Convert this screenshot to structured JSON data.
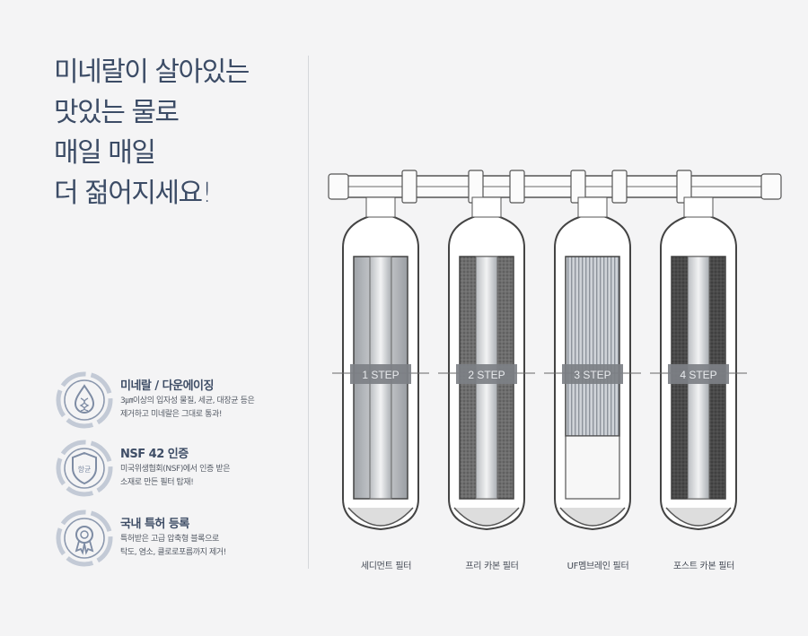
{
  "headline": [
    "미네랄이 살아있는",
    "맛있는 물로",
    "매일 매일",
    "더 젊어지세요!"
  ],
  "features": [
    {
      "icon": "water-drop-dna-icon",
      "title": "미네랄 / 다운에이징",
      "desc": [
        "3㎛이상의 입자성 물질, 세균, 대장균 등은",
        "제거하고 미네랄은 그대로 통과!"
      ]
    },
    {
      "icon": "shield-icon",
      "badge_text": "항균",
      "title": "NSF 42 인증",
      "desc": [
        "미국위생협회(NSF)에서 인증 받은",
        "소재로 만든 필터 탑재!"
      ]
    },
    {
      "icon": "award-ribbon-icon",
      "title": "국내 특허 등록",
      "desc": [
        "특허받은 고급 압축형 블록으로",
        "탁도, 염소, 클로로포름까지 제거!"
      ]
    }
  ],
  "filters": [
    {
      "step": "1 STEP",
      "caption": "세디먼트 필터",
      "core": "sediment"
    },
    {
      "step": "2 STEP",
      "caption": "프리 카본 필터",
      "core": "carbon"
    },
    {
      "step": "3 STEP",
      "caption": "UF멤브레인 필터",
      "core": "membrane"
    },
    {
      "step": "4 STEP",
      "caption": "포스트 카본 필터",
      "core": "carbon-dark"
    }
  ],
  "colors": {
    "accent": "#3c4c66",
    "badge_ring": "#b9c1ce",
    "badge_fill": "#8795ab"
  }
}
